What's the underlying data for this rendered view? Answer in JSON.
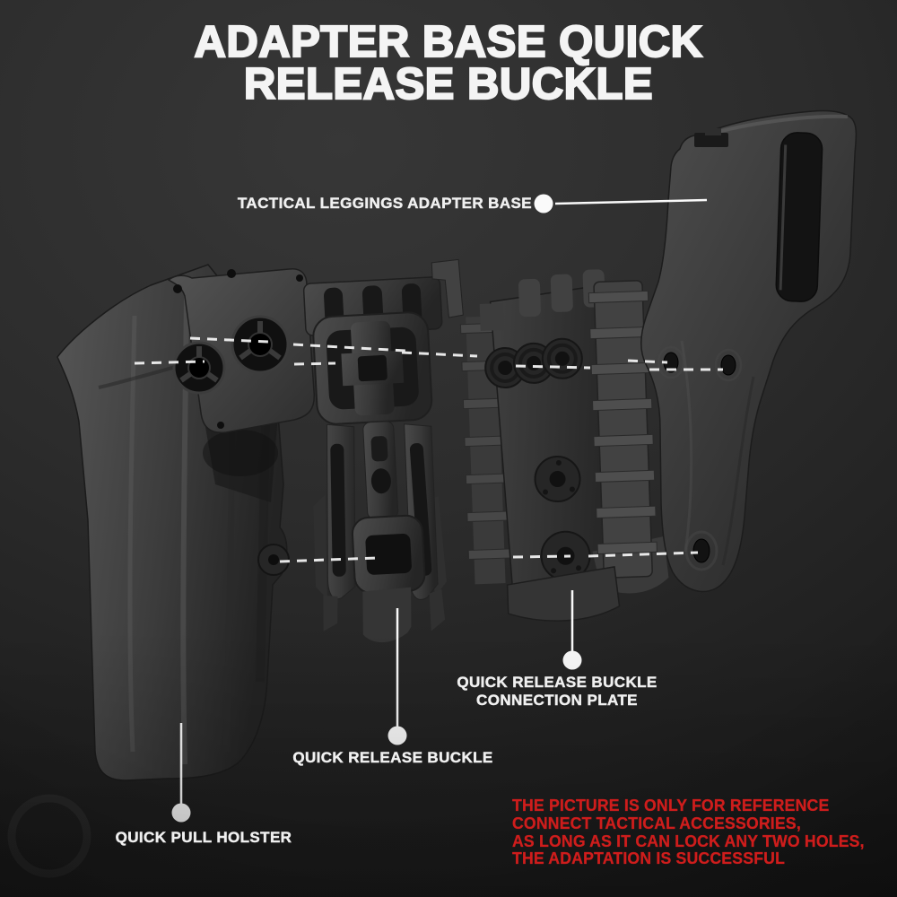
{
  "title": {
    "line1": "ADAPTER BASE QUICK",
    "line2": "RELEASE BUCKLE"
  },
  "callouts": {
    "adapter_base": {
      "label": "TACTICAL LEGGINGS ADAPTER BASE"
    },
    "connection_plate": {
      "line1": "QUICK RELEASE BUCKLE",
      "line2": "CONNECTION PLATE"
    },
    "buckle": {
      "label": "QUICK RELEASE BUCKLE"
    },
    "holster": {
      "label": "QUICK PULL HOLSTER"
    }
  },
  "disclaimer": {
    "lines": [
      "THE PICTURE IS ONLY FOR REFERENCE",
      "CONNECT TACTICAL ACCESSORIES,",
      "AS LONG AS IT CAN LOCK ANY TWO HOLES,",
      "THE ADAPTATION IS SUCCESSFUL"
    ],
    "color": "#ce1d1c"
  },
  "colors": {
    "background_light": "#373737",
    "background_dark": "#101010",
    "text": "#f0f0f0",
    "accent_red": "#ce1d1c",
    "leader_line": "#fafafa",
    "dashed_line": "#f2f2f2"
  }
}
